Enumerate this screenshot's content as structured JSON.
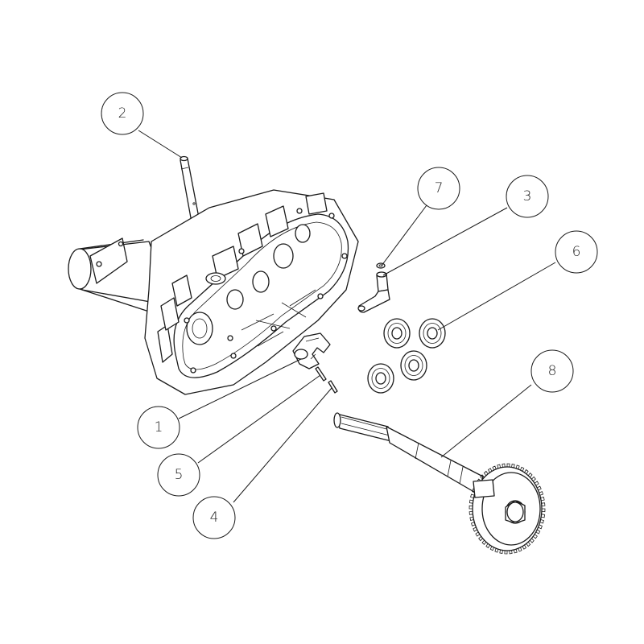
{
  "callouts": [
    {
      "id": "c1",
      "label": "1"
    },
    {
      "id": "c2",
      "label": "2"
    },
    {
      "id": "c3",
      "label": "3"
    },
    {
      "id": "c4",
      "label": "4"
    },
    {
      "id": "c5",
      "label": "5"
    },
    {
      "id": "c6",
      "label": "6"
    },
    {
      "id": "c7",
      "label": "7"
    },
    {
      "id": "c8",
      "label": "8"
    }
  ],
  "parts": [
    {
      "id": "gearbox-housing",
      "icon": "gearbox-housing-icon"
    },
    {
      "id": "shaft-pin",
      "icon": "shaft-pin-icon"
    },
    {
      "id": "shift-lever",
      "icon": "shift-lever-icon"
    },
    {
      "id": "roll-pin-a",
      "icon": "pin-icon"
    },
    {
      "id": "roll-pin-b",
      "icon": "pin-icon"
    },
    {
      "id": "ball-bearings",
      "icon": "bearing-icon"
    },
    {
      "id": "washer",
      "icon": "washer-icon"
    },
    {
      "id": "gear-shaft",
      "icon": "gear-shaft-icon"
    }
  ],
  "colors": {
    "line": "#1a1a1a",
    "background": "#ffffff"
  }
}
